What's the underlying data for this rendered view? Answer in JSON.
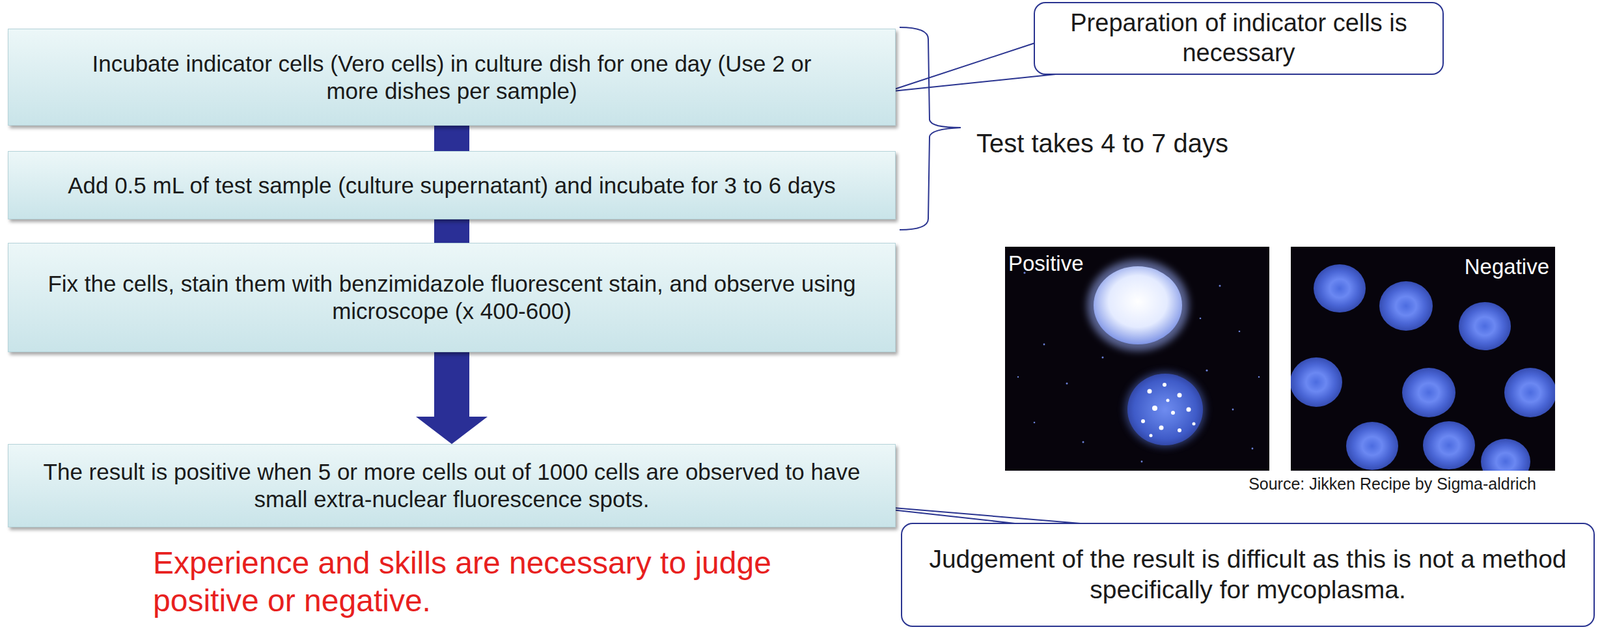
{
  "diagram": {
    "nodes": [
      {
        "text": [
          "Incubate indicator cells (Vero cells) in culture dish for one day (Use 2 or more dishes per sample)"
        ]
      },
      {
        "text": [
          "Add 0.5 mL of test sample (culture supernatant) and incubate for 3 to 6 days"
        ]
      },
      {
        "text": [
          "Fix the cells, stain them with benzimidazole fluorescent stain, and observe using microscope (x 400-600)"
        ]
      },
      {
        "text": [
          "The result is positive when 5 or more cells out of 1000 cells are observed to have small extra-nuclear fluorescence spots."
        ]
      },
      {
        "text": [
          "Preparation of indicator cells is necessary"
        ]
      },
      {
        "text": [
          "Judgement of the result is difficult as this is not a method specifically for mycoplasma."
        ]
      }
    ],
    "edges": [
      {
        "from": 0,
        "to": 1,
        "arrow": "none"
      },
      {
        "from": 1,
        "to": 2,
        "arrow": "none"
      },
      {
        "from": 2,
        "to": 3,
        "arrow": "to"
      }
    ],
    "labels": [
      "Test takes 4 to 7 days",
      "Positive",
      "Negative",
      "Source: Jikken Recipe by Sigma-aldrich",
      "Experience and skills are necessary to judge positive or negative."
    ]
  }
}
